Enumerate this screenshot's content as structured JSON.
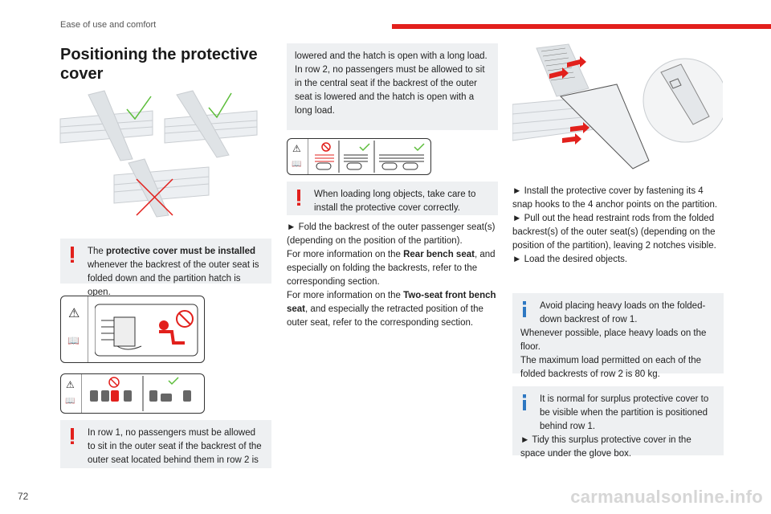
{
  "header": {
    "section": "Ease of use and comfort",
    "accent_color": "#e2201c"
  },
  "title": {
    "line1": "Positioning the protective",
    "line2": "cover"
  },
  "col1": {
    "warning1": {
      "pre": "The ",
      "bold": "protective cover must be installed",
      "post": " whenever the backrest of the outer seat is folded down and the partition hatch is open."
    },
    "warning2": "In row 1, no passengers must be allowed to sit in the outer seat if the backrest of the outer seat located behind them in row 2 is"
  },
  "col2": {
    "continued": "lowered and the hatch is open with a long load.",
    "continued2": "In row 2, no passengers must be allowed to sit in the central seat if the backrest of the outer seat is lowered and the hatch is open with a long load.",
    "warning3": "When loading long objects, take care to install the protective cover correctly.",
    "step1": "► Fold the backrest of the outer passenger seat(s) (depending on the position of the partition).",
    "more1_pre": "For more information on the ",
    "more1_bold": "Rear bench seat",
    "more1_post": ", and especially on folding the backrests, refer to the corresponding section.",
    "more2_pre": "For more information on the ",
    "more2_bold": "Two-seat front bench seat",
    "more2_post": ", and especially the retracted position of the outer seat, refer to the corresponding section."
  },
  "col3": {
    "step2": "► Install the protective cover by fastening its 4 snap hooks to the 4 anchor points on the partition.",
    "step3": "► Pull out the head restraint rods from the folded backrest(s) of the outer seat(s) (depending on the position of the partition), leaving 2 notches visible.",
    "step4": "► Load the desired objects.",
    "info1_a": "Avoid placing heavy loads on the folded-down backrest of row 1.",
    "info1_b": "Whenever possible, place heavy loads on the floor.",
    "info1_c": "The maximum load permitted on each of the folded backrests of row 2 is 80 kg.",
    "info2_a": "It is normal for surplus protective cover to be visible when the partition is positioned behind row 1.",
    "info2_b": "► Tidy this surplus protective cover in the space under the glove box."
  },
  "footer": {
    "page_number": "72",
    "watermark": "carmanualsonline.info"
  },
  "icons": {
    "warning": "warning-triangle-icon",
    "manual": "manual-book-icon",
    "check": "green-check-icon",
    "prohibited": "prohibited-icon"
  },
  "colors": {
    "check": "#5cbd3a",
    "prohibit": "#e2201c",
    "info": "#2e78c2",
    "note_bg": "#eef0f2"
  }
}
